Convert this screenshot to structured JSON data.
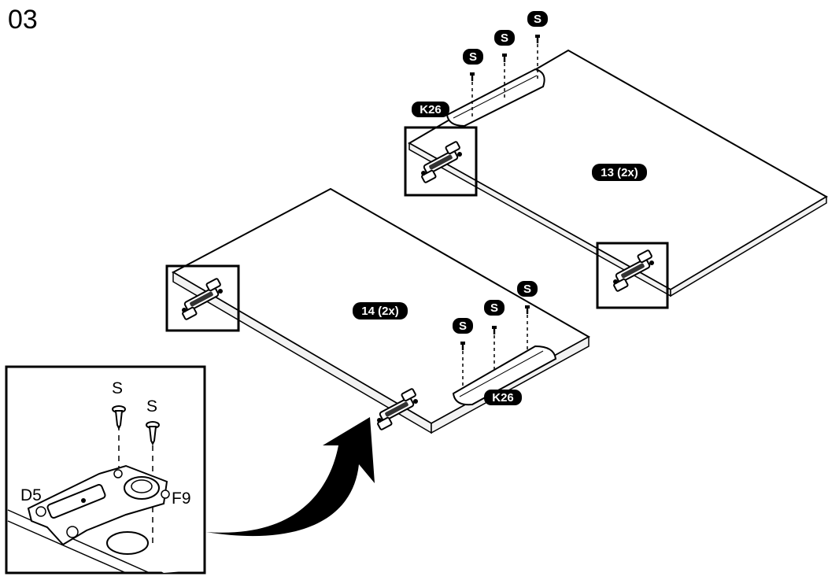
{
  "step_number": "03",
  "parts": {
    "panel_back": "13 (2x)",
    "panel_front": "14 (2x)",
    "handle": "K26",
    "screw": "S"
  },
  "detail": {
    "screw_label": "S",
    "hinge_label": "F9",
    "plate_label": "D5"
  },
  "colors": {
    "ink": "#000000",
    "paper": "#ffffff",
    "panel_edge": "#f2f2f2"
  },
  "icons": [
    "screw-icon",
    "hinge-icon",
    "arrow-icon"
  ]
}
